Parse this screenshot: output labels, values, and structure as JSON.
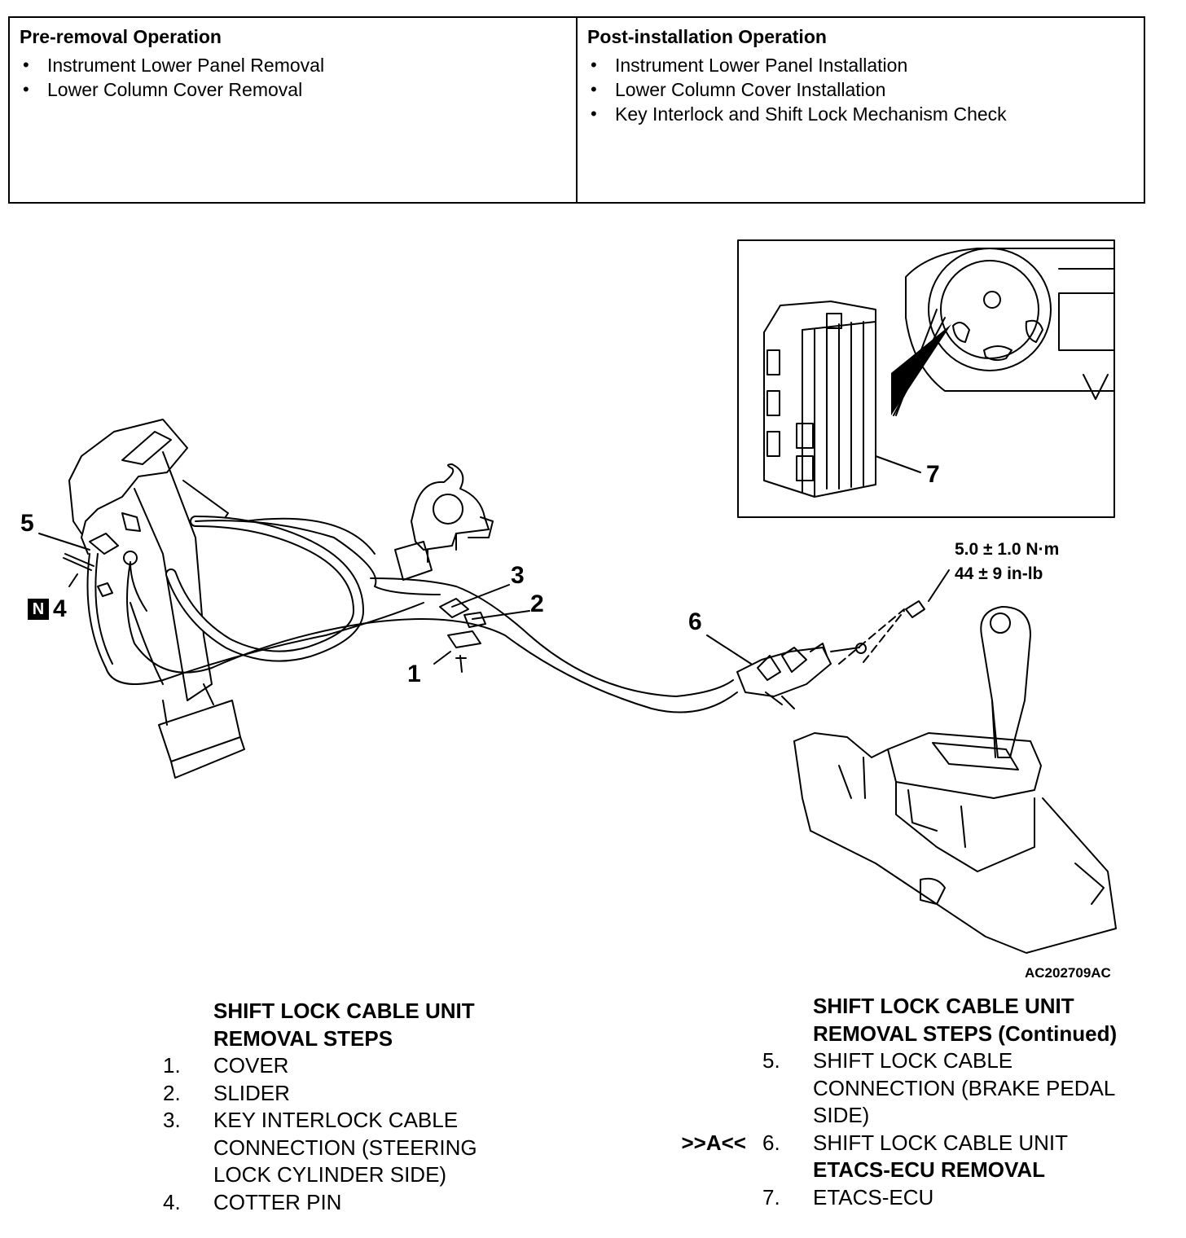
{
  "operations": {
    "pre": {
      "heading": "Pre-removal Operation",
      "items": [
        "Instrument Lower Panel Removal",
        "Lower Column Cover Removal"
      ]
    },
    "post": {
      "heading": "Post-installation Operation",
      "items": [
        "Instrument Lower Panel Installation",
        "Lower Column Cover Installation",
        "Key Interlock and Shift Lock Mechanism Check"
      ]
    }
  },
  "figure": {
    "callouts": {
      "c1": "1",
      "c2": "2",
      "c3": "3",
      "c4": "4",
      "c5": "5",
      "c6": "6",
      "c7": "7"
    },
    "torque_nm": "5.0 ± 1.0 N·m",
    "torque_inlb": "44 ± 9 in-lb",
    "figure_code": "AC202709AC",
    "new_part_badge": "N"
  },
  "steps_left": {
    "heading_line1": "SHIFT LOCK CABLE UNIT",
    "heading_line2": "REMOVAL STEPS",
    "items": [
      {
        "num": "1.",
        "lines": [
          "COVER"
        ]
      },
      {
        "num": "2.",
        "lines": [
          "SLIDER"
        ]
      },
      {
        "num": "3.",
        "lines": [
          "KEY INTERLOCK CABLE",
          "CONNECTION (STEERING",
          "LOCK CYLINDER SIDE)"
        ]
      },
      {
        "num": "4.",
        "lines": [
          "COTTER PIN"
        ]
      }
    ]
  },
  "steps_right": {
    "heading_line1": "SHIFT LOCK CABLE UNIT",
    "heading_line2": "REMOVAL STEPS (Continued)",
    "items": [
      {
        "num": "5.",
        "lines": [
          "SHIFT LOCK CABLE",
          "CONNECTION (BRAKE PEDAL",
          "SIDE)"
        ],
        "mark": ""
      },
      {
        "num": "6.",
        "lines": [
          "SHIFT LOCK CABLE UNIT"
        ],
        "mark": ">>A<<"
      }
    ],
    "subheading": "ETACS-ECU REMOVAL",
    "items2": [
      {
        "num": "7.",
        "lines": [
          "ETACS-ECU"
        ]
      }
    ]
  }
}
